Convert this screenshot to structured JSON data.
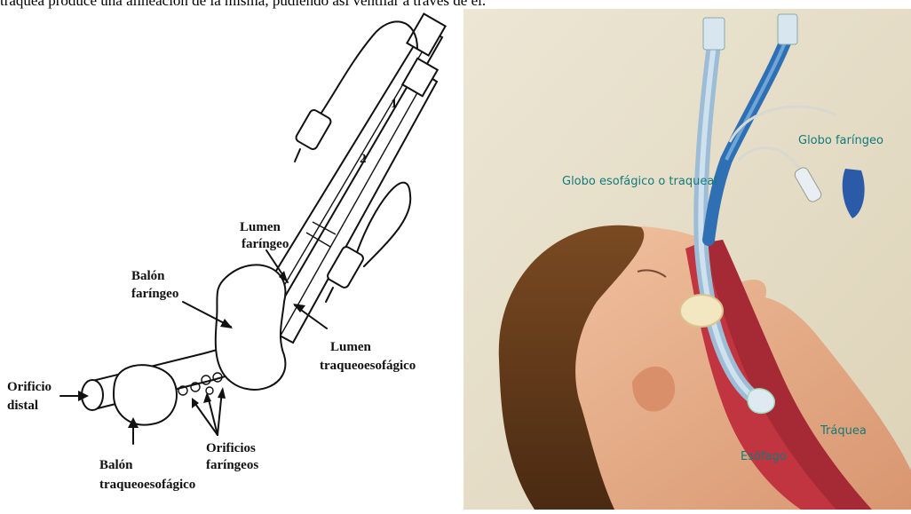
{
  "caption": "tráquea produce una alineación de la misma, pudiendo así ventilar a través de él.",
  "left_labels": {
    "lumen_faringeo_1": "Lumen",
    "lumen_faringeo_2": "faríngeo",
    "balon_faringeo_1": "Balón",
    "balon_faringeo_2": "faríngeo",
    "lumen_traqueo_1": "Lumen",
    "lumen_traqueo_2": "traqueoesofágico",
    "orificio_distal_1": "Orificio",
    "orificio_distal_2": "distal",
    "orificios_faringeos_1": "Orificios",
    "orificios_faringeos_2": "faríngeos",
    "balon_traqueo_1": "Balón",
    "balon_traqueo_2": "traqueoesofágico",
    "tube_number_1": "1",
    "tube_number_2": "2"
  },
  "right_labels": {
    "globo_faringeo": "Globo faríngeo",
    "globo_esofagico": "Globo esofágico o traqueal",
    "traquea": "Tráquea",
    "esofago": "Esófago"
  },
  "colors": {
    "label_teal": "#127a7a",
    "background_beige": "#eae3cf",
    "skin": "#e9b08c",
    "hair": "#5a3418",
    "tube_blue": "#2f6fb3",
    "trachea_red": "#c0353f"
  }
}
